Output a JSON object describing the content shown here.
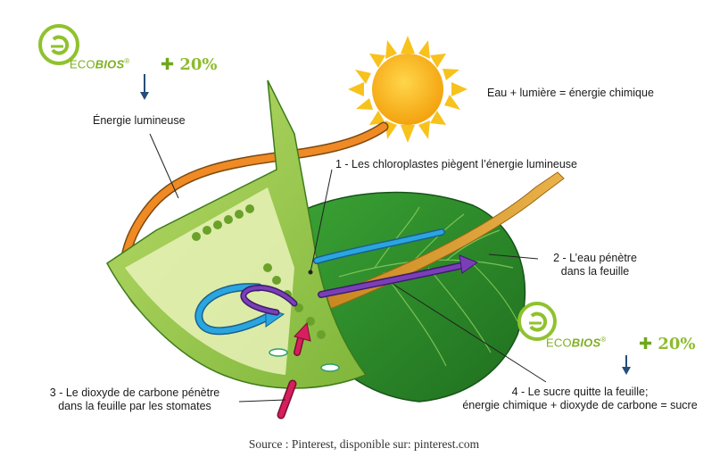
{
  "brand": {
    "top": {
      "name_plain": "ECO",
      "name_bold": "BIOS",
      "reg": "®",
      "promo": "20%",
      "plus": "✚"
    },
    "bottom": {
      "name_plain": "ECO",
      "name_bold": "BIOS",
      "reg": "®",
      "promo": "20%",
      "plus": "✚"
    }
  },
  "labels": {
    "energy": "Énergie lumineuse",
    "equation": "Eau + lumière = énergie chimique",
    "step1": "1 - Les chloroplastes piègent l’énergie lumineuse",
    "step2_line1": "2 - L’eau pénètre",
    "step2_line2": "dans la feuille",
    "step3_line1": "3 - Le dioxyde de carbone pénètre",
    "step3_line2": "dans la feuille par les stomates",
    "step4_line1": "4 - Le sucre quitte la feuille;",
    "step4_line2": "énergie chimique + dioxyde de carbone = sucre"
  },
  "source": "Source : Pinterest, disponible sur: pinterest.com",
  "colors": {
    "brand_green": "#7fb021",
    "sun": "#f6b417",
    "light_ray": "#f08a24",
    "water": "#29a6e0",
    "sugar": "#7a3fb8",
    "co2": "#d61f5c",
    "leaf_dark": "#2f8a2a",
    "leaf_light": "#9ccc4a"
  }
}
